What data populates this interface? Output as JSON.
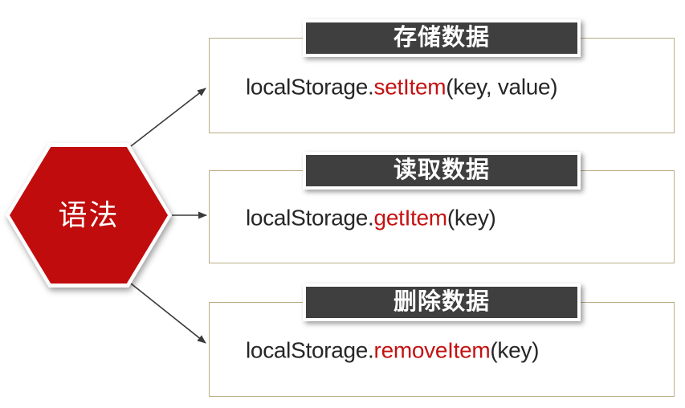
{
  "hexagon": {
    "label": "语法"
  },
  "panels": [
    {
      "title": "存储数据",
      "code_prefix": "localStorage.",
      "code_method": "setItem",
      "code_args": "(key, value)"
    },
    {
      "title": "读取数据",
      "code_prefix": "localStorage.",
      "code_method": "getItem",
      "code_args": "(key)"
    },
    {
      "title": "删除数据",
      "code_prefix": "localStorage.",
      "code_method": "removeItem",
      "code_args": "(key)"
    }
  ],
  "colors": {
    "hexagon_fill": "#c00c0c",
    "header_bg": "#3f3f3f",
    "panel_border": "#b9ac85",
    "code_text": "#262626",
    "code_accent": "#c41212",
    "arrow": "#3a3a3a"
  }
}
